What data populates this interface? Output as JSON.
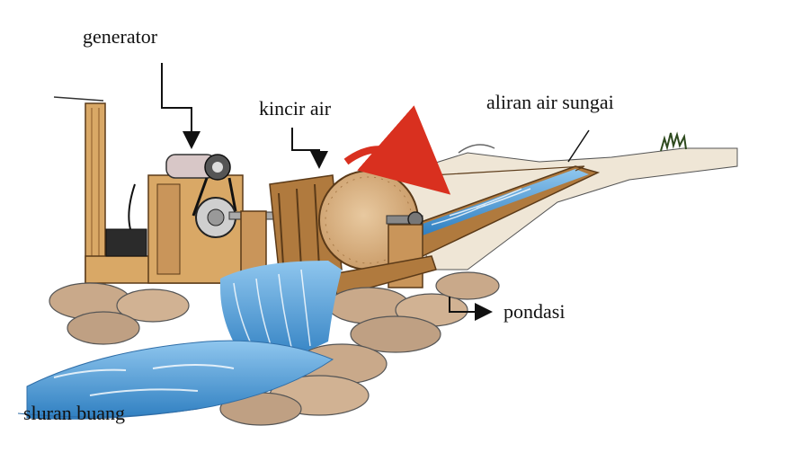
{
  "labels": {
    "generator": "generator",
    "water_wheel": "kincir air",
    "river_flow": "aliran air sungai",
    "foundation": "pondasi",
    "outlet_channel": "sluran buang"
  },
  "colors": {
    "wood_light": "#d9a866",
    "wood_dark": "#8a5a2b",
    "water": "#2f7fc1",
    "water_light": "#8fc6ee",
    "rock": "#c9a98a",
    "arrow_red": "#d9301f",
    "ink": "#111111"
  },
  "icons": {
    "rotation": "curved-arrow-icon",
    "pointer": "arrow-icon"
  }
}
